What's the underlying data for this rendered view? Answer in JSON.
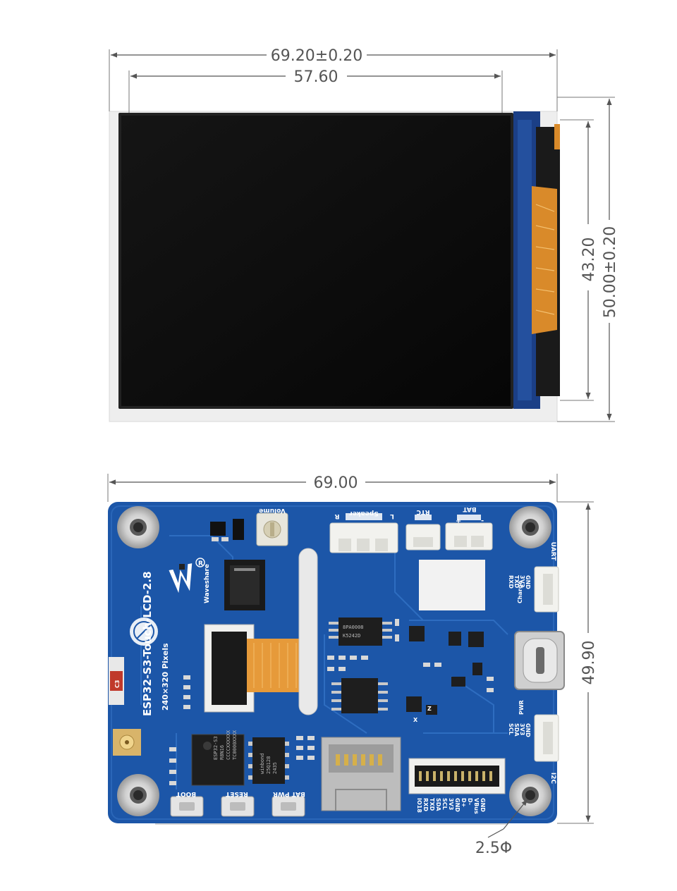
{
  "dimensions": {
    "top_width_outer": "69.20±0.20",
    "top_width_inner": "57.60",
    "top_height_inner": "43.20",
    "top_height_outer": "50.00±0.20",
    "bottom_width": "69.00",
    "bottom_height": "49.90",
    "hole_diameter": "2.5Φ"
  },
  "board": {
    "product_name": "ESP32-S3-Touch-LCD-2.8",
    "resolution": "240×320 Pixels",
    "brand": "Waveshare",
    "volume": "Volume",
    "speaker": "Speaker",
    "speaker_r": "R",
    "speaker_l": "L",
    "rtc": "RTC",
    "bat": "BAT",
    "bat_plus": "+",
    "bat_minus": "-",
    "uart": "UART",
    "uart_pins": [
      "RXD",
      "TXD",
      "3V3",
      "GND"
    ],
    "charge": "Charge",
    "pwr": "PWR",
    "i2c": "I2C",
    "i2c_pins": [
      "SCL",
      "SDA",
      "3V3",
      "GND"
    ],
    "boot": "BOOT",
    "reset": "RESET",
    "bat_pwr": "BAT PWR",
    "bottom_pins": [
      "IO18",
      "RXD",
      "TXD",
      "SDA",
      "SCL",
      "3V3",
      "GND",
      "D+",
      "D-",
      "VBus",
      "GND"
    ],
    "c3": "C3",
    "esp_chip": [
      "ESP32-S3",
      "R8N16",
      "CCCCXXXXXX",
      "TC0000XXXX"
    ],
    "flash_chip": [
      "winbond",
      "25Q128",
      "2435"
    ],
    "amp_chip": [
      "8PA0008",
      "K5242D"
    ],
    "axis_x": "X",
    "axis_z": "Z"
  },
  "colors": {
    "pcb_blue": "#1c56a8",
    "pcb_dark": "#143f80",
    "lcd_frame": "#ececec",
    "lcd_screen": "#0c0c0c",
    "flex_orange": "#e69a3a",
    "dim_line": "#555555"
  }
}
